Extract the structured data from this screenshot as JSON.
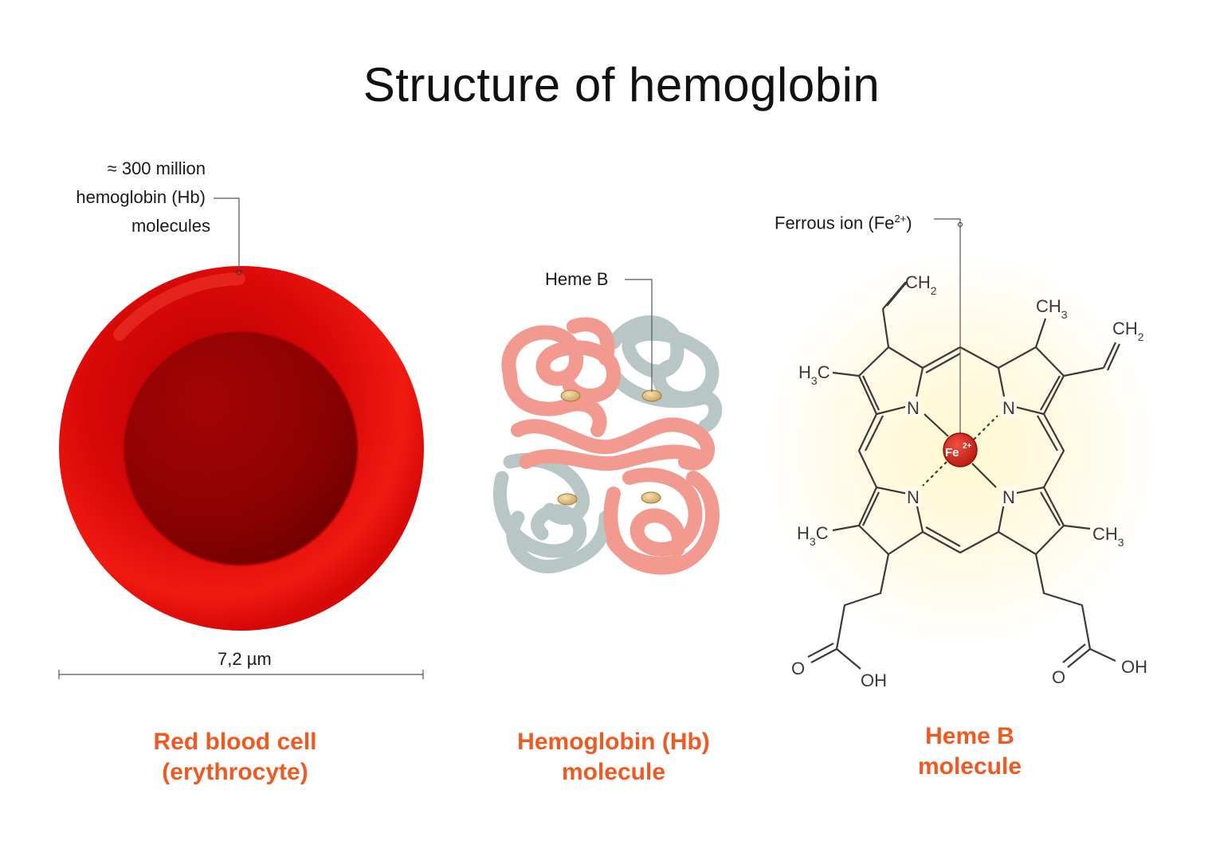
{
  "title": "Structure of hemoglobin",
  "rbc": {
    "annotation": [
      "≈ 300 million",
      "hemoglobin (Hb)",
      "molecules"
    ],
    "scale_label": "7,2 µm",
    "caption": [
      "Red blood cell",
      "(erythrocyte)"
    ]
  },
  "hb": {
    "annotation": "Heme B",
    "caption": [
      "Hemoglobin (Hb)",
      "molecule"
    ]
  },
  "heme": {
    "annotation": "Ferrous ion (Fe",
    "annotation_sup": "2+",
    "annotation_close": ")",
    "fe_label": "Fe",
    "fe_sup": "2+",
    "nitrogen": "N",
    "group_ch2": "CH",
    "group_ch3": "CH",
    "group_h3c": "C",
    "group_h": "H",
    "sub2": "2",
    "sub3": "3",
    "oxygen": "O",
    "hydroxyl": "OH",
    "caption": [
      "Heme B",
      "molecule"
    ]
  },
  "colors": {
    "accent": "#f05a22",
    "rbc_red": "#e50e0e",
    "rbc_dark": "#8a0000",
    "chain_pink": "#f29a90",
    "chain_grey": "#b9c6c6",
    "fe_red": "#d6291f"
  }
}
